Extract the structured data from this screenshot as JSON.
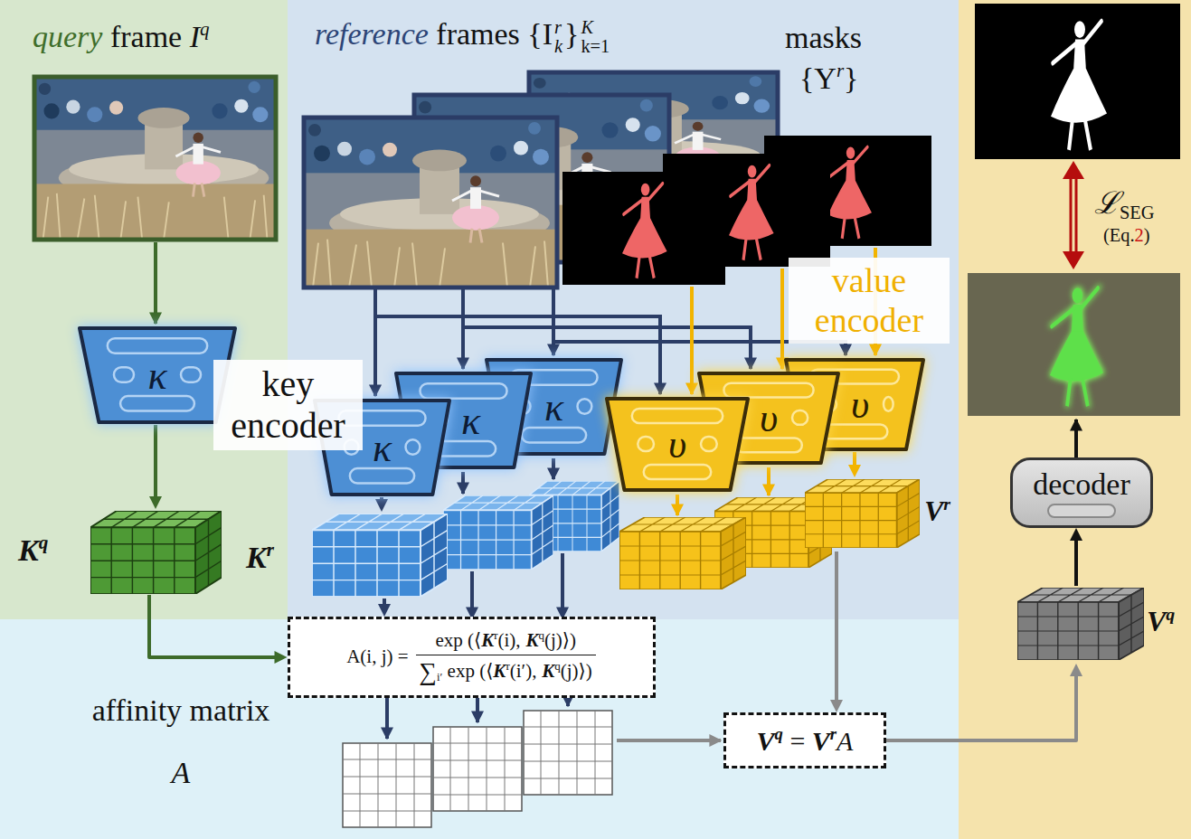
{
  "diagram": {
    "nodes": [
      {
        "text": [
          "query",
          "frame",
          "I",
          "q"
        ]
      },
      {
        "text": [
          "κ"
        ],
        "in": 0
      },
      {
        "text": [
          "K",
          "q"
        ],
        "in": 0
      },
      {
        "text": [
          "reference",
          "frames",
          "{I",
          "r",
          "k",
          "}",
          "K",
          "k=1",
          "masks",
          "{Y",
          "r",
          "}"
        ]
      },
      {
        "text": [
          "κ"
        ],
        "in": 3
      },
      {
        "text": [
          "κ"
        ],
        "in": 3
      },
      {
        "text": [
          "κ"
        ],
        "in": 3
      },
      {
        "text": [
          "υ"
        ],
        "in": 3
      },
      {
        "text": [
          "υ"
        ],
        "in": 3
      },
      {
        "text": [
          "υ"
        ],
        "in": 3
      },
      {
        "text": [
          "K",
          "r"
        ],
        "in": 3
      },
      {
        "text": [
          "V",
          "r"
        ],
        "in": 3
      },
      {
        "text": [
          "ℒ",
          "SEG",
          "(Eq.",
          "2",
          ")"
        ]
      },
      {
        "text": [
          "decoder"
        ],
        "in": 12
      },
      {
        "text": [
          "V",
          "q"
        ],
        "in": 12
      },
      {
        "text": [
          "affinity matrix",
          "A"
        ]
      },
      {
        "text": [
          "A(i, j) =",
          "exp (⟨",
          "K",
          "r",
          "(i),",
          "K",
          "q",
          "(j)⟩)",
          "∑",
          "i′",
          "exp (⟨",
          "K",
          "r",
          "(i′),",
          "K",
          "q",
          "(j)⟩)"
        ],
        "in": 15
      },
      {
        "text": [
          "V",
          "q",
          "=",
          "V",
          "r",
          "A"
        ],
        "in": 15
      }
    ],
    "edges": [
      {
        "from": 1,
        "to": 2,
        "arrow": "to"
      },
      {
        "from": 2,
        "to": 16,
        "arrow": "to"
      },
      {
        "from": 4,
        "to": 10,
        "arrow": "to"
      },
      {
        "from": 10,
        "to": 16,
        "arrow": "to"
      },
      {
        "from": 9,
        "to": 11,
        "arrow": "to"
      },
      {
        "from": 11,
        "to": 17,
        "arrow": "to"
      },
      {
        "from": 17,
        "to": 14,
        "arrow": "to"
      },
      {
        "from": 14,
        "to": 13,
        "arrow": "to"
      }
    ],
    "labels": [
      "key encoder",
      "value encoder"
    ]
  }
}
